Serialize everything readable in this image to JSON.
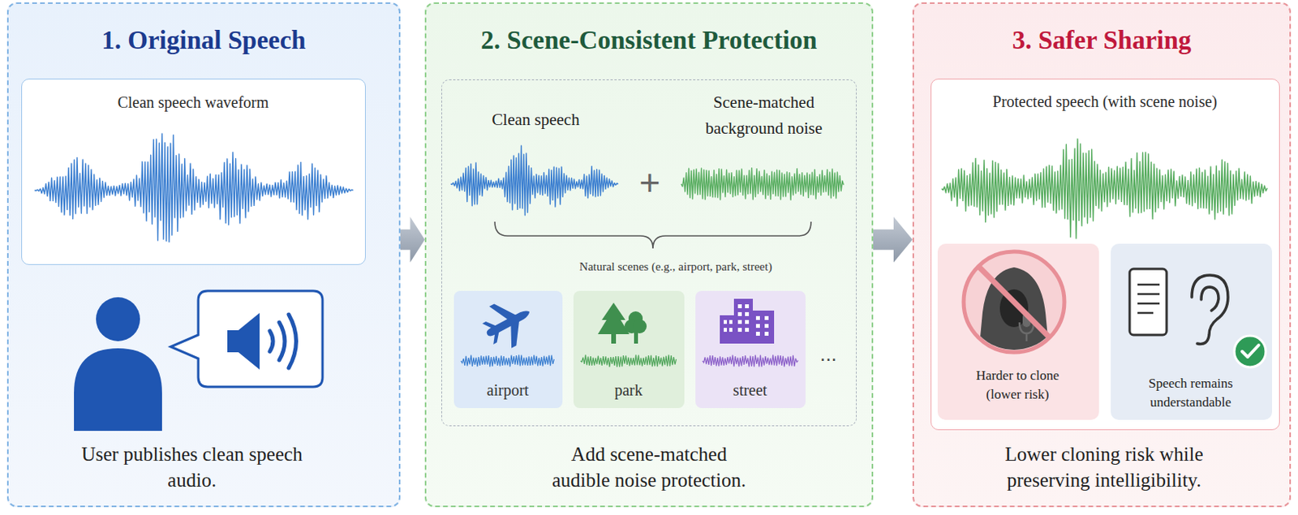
{
  "diagram": {
    "nodes": [
      {
        "text": [
          "1. Original Speech",
          "User publishes clean speech audio."
        ]
      },
      {
        "text": [
          "Clean speech waveform"
        ],
        "in": 0
      },
      {
        "text": [
          "2. Scene-Consistent Protection",
          "Add scene-matched audible noise protection."
        ]
      },
      {
        "text": [
          "Clean speech",
          "Scene-matched background noise",
          "Natural scenes (e.g., airport, park, street)"
        ],
        "in": 2
      },
      {
        "text": [
          "airport"
        ],
        "in": 3
      },
      {
        "text": [
          "park"
        ],
        "in": 3
      },
      {
        "text": [
          "street"
        ],
        "in": 3
      },
      {
        "text": [
          "3. Safer Sharing",
          "Lower cloning risk while preserving intelligibility."
        ]
      },
      {
        "text": [
          "Protected speech (with scene noise)"
        ],
        "in": 7
      },
      {
        "text": [
          "Harder to clone (lower risk)"
        ],
        "in": 8
      },
      {
        "text": [
          "Speech remains understandable"
        ],
        "in": 8
      }
    ],
    "edges": [
      {
        "from": 0,
        "to": 2,
        "arrow": "to"
      },
      {
        "from": 2,
        "to": 7,
        "arrow": "to"
      }
    ],
    "labels": [
      "+",
      "..."
    ]
  }
}
